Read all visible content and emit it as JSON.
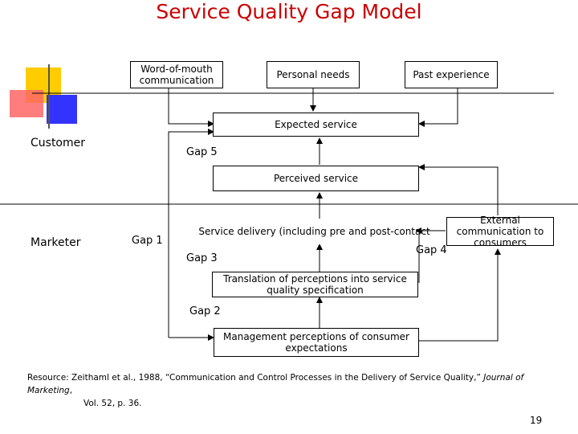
{
  "title": "Service Quality Gap Model",
  "boxes": {
    "word_of_mouth": "Word-of-mouth communication",
    "personal_needs": "Personal needs",
    "past_experience": "Past experience",
    "expected_service": "Expected service",
    "perceived_service": "Perceived service",
    "service_delivery": "Service delivery (including pre and post-contact",
    "external_communication": "External communication to consumers",
    "translation": "Translation of perceptions into service quality specification",
    "management_perceptions": "Management perceptions of consumer expectations"
  },
  "labels": {
    "customer": "Customer",
    "marketer": "Marketer",
    "gap1": "Gap 1",
    "gap2": "Gap 2",
    "gap3": "Gap 3",
    "gap4": "Gap 4",
    "gap5": "Gap 5"
  },
  "source": {
    "line1_prefix": "Resource: Zeithaml et al., 1988, “Communication and Control Processes in the Delivery of Service Quality,” ",
    "journal": "Journal of Marketing",
    "line1_suffix": ",",
    "line2": "Vol. 52, p. 36."
  },
  "page_number": "19",
  "colors": {
    "title": "#cc0000",
    "deco_yellow": "#ffcc00",
    "deco_blue": "#3333ff",
    "deco_red": "#ff6666"
  }
}
